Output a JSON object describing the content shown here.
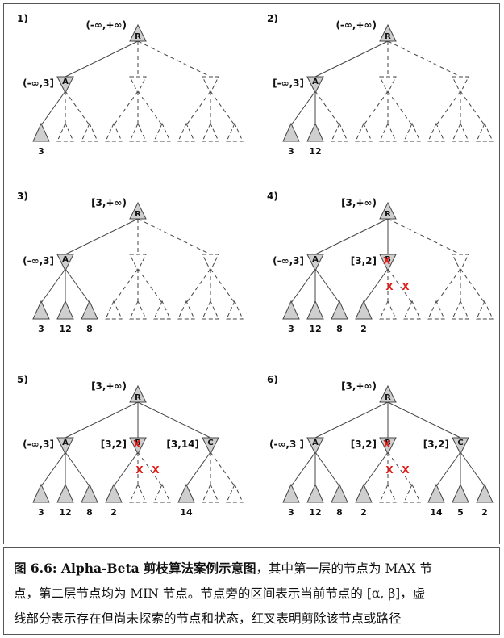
{
  "panels": [
    {
      "label": "1)",
      "root": {
        "name": "R",
        "interval": "(-∞,+∞)"
      },
      "mins": [
        {
          "name": "A",
          "interval": "(-∞,3]",
          "explored": true
        },
        {
          "name": "",
          "interval": "",
          "explored": false
        },
        {
          "name": "",
          "interval": "",
          "explored": false
        }
      ],
      "leaves": [
        [
          "3",
          null,
          null
        ],
        [
          null,
          null,
          null
        ],
        [
          null,
          null,
          null
        ]
      ],
      "pruned_min": null
    },
    {
      "label": "2)",
      "root": {
        "name": "R",
        "interval": "(-∞,+∞)"
      },
      "mins": [
        {
          "name": "A",
          "interval": "[-∞,3]",
          "explored": true
        },
        {
          "name": "",
          "interval": "",
          "explored": false
        },
        {
          "name": "",
          "interval": "",
          "explored": false
        }
      ],
      "leaves": [
        [
          "3",
          "12",
          null
        ],
        [
          null,
          null,
          null
        ],
        [
          null,
          null,
          null
        ]
      ],
      "pruned_min": null
    },
    {
      "label": "3)",
      "root": {
        "name": "R",
        "interval": "[3,+∞)"
      },
      "mins": [
        {
          "name": "A",
          "interval": "(-∞,3]",
          "explored": true
        },
        {
          "name": "",
          "interval": "",
          "explored": false
        },
        {
          "name": "",
          "interval": "",
          "explored": false
        }
      ],
      "leaves": [
        [
          "3",
          "12",
          "8"
        ],
        [
          null,
          null,
          null
        ],
        [
          null,
          null,
          null
        ]
      ],
      "pruned_min": null
    },
    {
      "label": "4)",
      "root": {
        "name": "R",
        "interval": "[3,+∞)"
      },
      "mins": [
        {
          "name": "A",
          "interval": "(-∞,3]",
          "explored": true
        },
        {
          "name": "B",
          "interval": "[3,2]",
          "explored": true
        },
        {
          "name": "",
          "interval": "",
          "explored": false
        }
      ],
      "leaves": [
        [
          "3",
          "12",
          "8"
        ],
        [
          "2",
          null,
          null
        ],
        [
          null,
          null,
          null
        ]
      ],
      "pruned_min": 1
    },
    {
      "label": "5)",
      "root": {
        "name": "R",
        "interval": "[3,+∞)"
      },
      "mins": [
        {
          "name": "A",
          "interval": "(-∞,3]",
          "explored": true
        },
        {
          "name": "B",
          "interval": "[3,2]",
          "explored": true
        },
        {
          "name": "C",
          "interval": "[3,14]",
          "explored": true
        }
      ],
      "leaves": [
        [
          "3",
          "12",
          "8"
        ],
        [
          "2",
          null,
          null
        ],
        [
          "14",
          null,
          null
        ]
      ],
      "pruned_min": 1
    },
    {
      "label": "6)",
      "root": {
        "name": "R",
        "interval": "[3,+∞)"
      },
      "mins": [
        {
          "name": "A",
          "interval": "(-∞,3 ]",
          "explored": true
        },
        {
          "name": "B",
          "interval": "[3,2]",
          "explored": true
        },
        {
          "name": "C",
          "interval": "[3,2]",
          "explored": true
        }
      ],
      "leaves": [
        [
          "3",
          "12",
          "8"
        ],
        [
          "2",
          null,
          null
        ],
        [
          "14",
          "5",
          "2"
        ]
      ],
      "pruned_min": 1
    }
  ],
  "prune_mark": "X",
  "colors": {
    "node_fill": "#cfcfcf",
    "stroke": "#444444",
    "prune": "#e0201b",
    "text": "#111111"
  },
  "caption": {
    "title": "图 6.6: Alpha-Beta 剪枝算法案例示意图",
    "line1_rest": "，其中第一层的节点为 MAX 节",
    "line2": "点，第二层节点均为 MIN 节点。节点旁的区间表示当前节点的 [α, β]，虚",
    "line3": "线部分表示存在但尚未探索的节点和状态，红叉表明剪除该节点或路径"
  }
}
